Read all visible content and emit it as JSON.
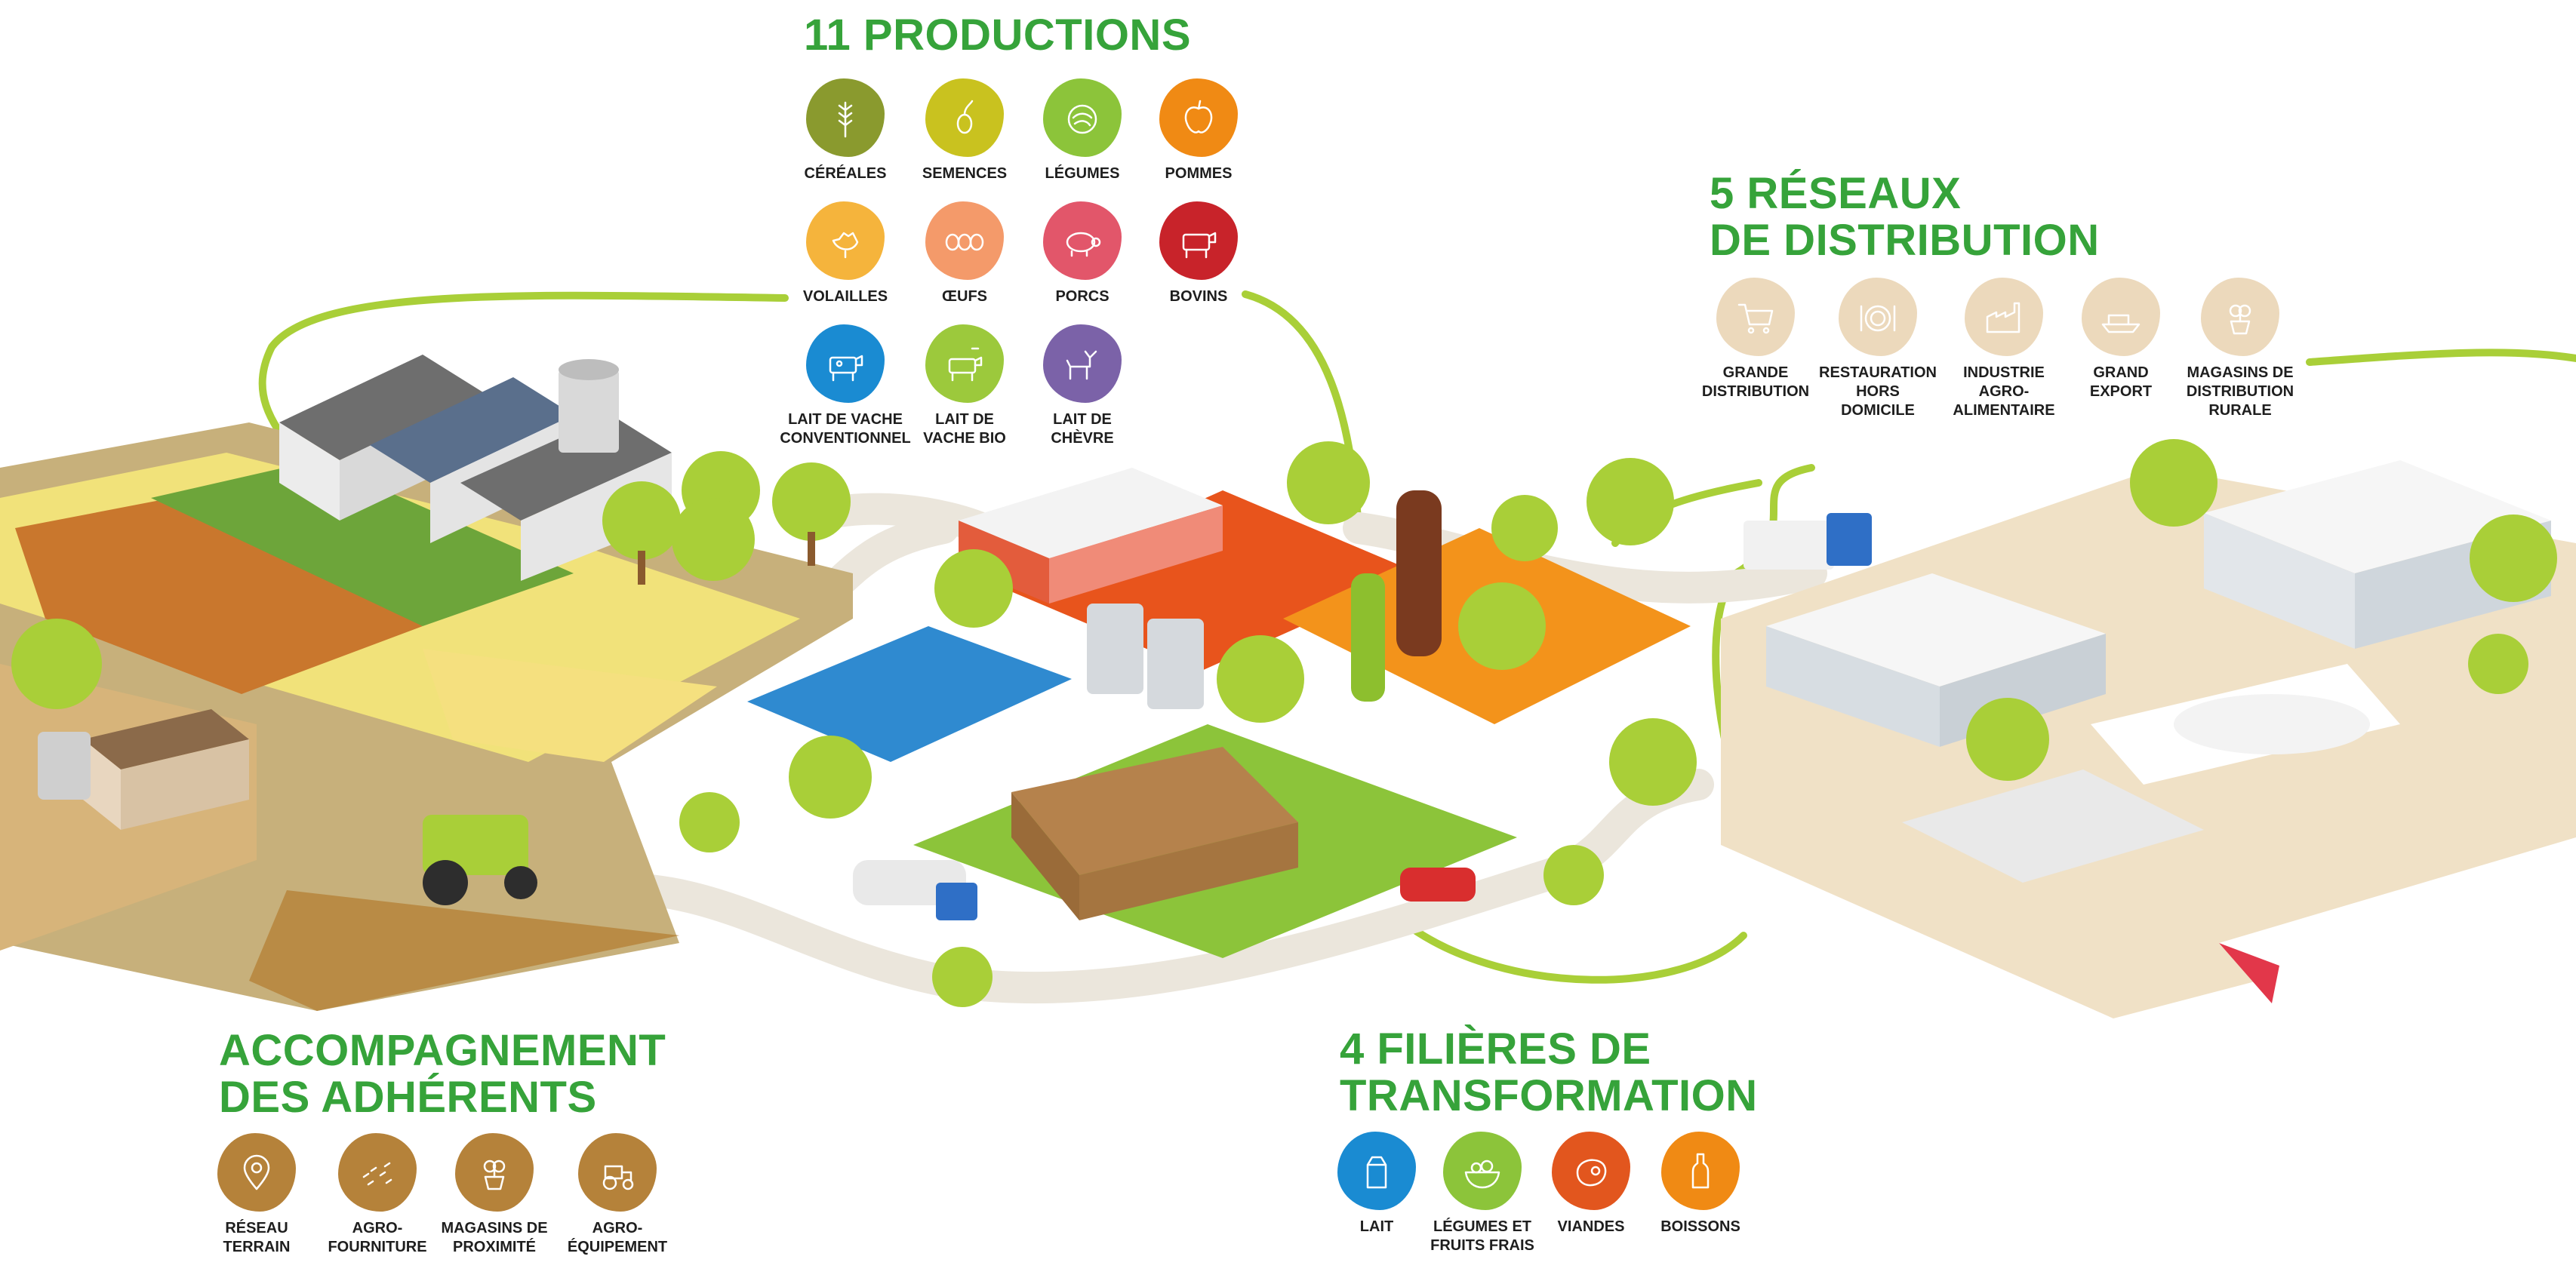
{
  "productions": {
    "title": "11 PRODUCTIONS",
    "items": [
      {
        "label": [
          "CÉRÉALES"
        ],
        "color": "#8a9a2e",
        "icon": "wheat-icon"
      },
      {
        "label": [
          "SEMENCES"
        ],
        "color": "#c9c21f",
        "icon": "seed-icon"
      },
      {
        "label": [
          "LÉGUMES"
        ],
        "color": "#8cc43a",
        "icon": "cabbage-icon"
      },
      {
        "label": [
          "POMMES"
        ],
        "color": "#f08a14",
        "icon": "apple-icon"
      },
      {
        "label": [
          "VOLAILLES"
        ],
        "color": "#f5b43c",
        "icon": "chicken-icon"
      },
      {
        "label": [
          "ŒUFS"
        ],
        "color": "#f49a6a",
        "icon": "eggs-icon"
      },
      {
        "label": [
          "PORCS"
        ],
        "color": "#e2566a",
        "icon": "pig-icon"
      },
      {
        "label": [
          "BOVINS"
        ],
        "color": "#c8232a",
        "icon": "cow-icon"
      },
      {
        "label": [
          "LAIT DE VACHE",
          "CONVENTIONNEL"
        ],
        "color": "#1a8bd2",
        "icon": "dairy-cow-icon"
      },
      {
        "label": [
          "LAIT DE",
          "VACHE BIO"
        ],
        "color": "#9cc93c",
        "icon": "organic-cow-icon"
      },
      {
        "label": [
          "LAIT DE",
          "CHÈVRE"
        ],
        "color": "#7b62a8",
        "icon": "goat-icon"
      }
    ]
  },
  "distribution": {
    "title": [
      "5 RÉSEAUX",
      "DE DISTRIBUTION"
    ],
    "items": [
      {
        "label": [
          "GRANDE",
          "DISTRIBUTION"
        ],
        "color": "#ecd9bc",
        "icon": "shopping-cart-icon"
      },
      {
        "label": [
          "RESTAURATION",
          "HORS",
          "DOMICILE"
        ],
        "color": "#ecd9bc",
        "icon": "plate-icon"
      },
      {
        "label": [
          "INDUSTRIE",
          "AGRO-",
          "ALIMENTAIRE"
        ],
        "color": "#ecd9bc",
        "icon": "factory-icon"
      },
      {
        "label": [
          "GRAND",
          "EXPORT"
        ],
        "color": "#ecd9bc",
        "icon": "ship-icon"
      },
      {
        "label": [
          "MAGASINS DE",
          "DISTRIBUTION",
          "RURALE"
        ],
        "color": "#ecd9bc",
        "icon": "plant-pot-icon"
      }
    ]
  },
  "support": {
    "title": [
      "ACCOMPAGNEMENT",
      "DES ADHÉRENTS"
    ],
    "items": [
      {
        "label": [
          "RÉSEAU",
          "TERRAIN"
        ],
        "color": "#b5823a",
        "icon": "location-pin-icon"
      },
      {
        "label": [
          "AGRO-",
          "FOURNITURE"
        ],
        "color": "#b5823a",
        "icon": "seeds-icon"
      },
      {
        "label": [
          "MAGASINS DE",
          "PROXIMITÉ"
        ],
        "color": "#b5823a",
        "icon": "plant-pot-icon"
      },
      {
        "label": [
          "AGRO-",
          "ÉQUIPEMENT"
        ],
        "color": "#b5823a",
        "icon": "tractor-icon"
      }
    ]
  },
  "processing": {
    "title": [
      "4 FILIÈRES DE",
      "TRANSFORMATION"
    ],
    "items": [
      {
        "label": [
          "LAIT"
        ],
        "color": "#1a8bd2",
        "icon": "milk-carton-icon"
      },
      {
        "label": [
          "LÉGUMES ET",
          "FRUITS FRAIS"
        ],
        "color": "#8cc43a",
        "icon": "salad-bowl-icon"
      },
      {
        "label": [
          "VIANDES"
        ],
        "color": "#e2561e",
        "icon": "steak-icon"
      },
      {
        "label": [
          "BOISSONS"
        ],
        "color": "#f08a14",
        "icon": "bottle-icon"
      }
    ]
  }
}
